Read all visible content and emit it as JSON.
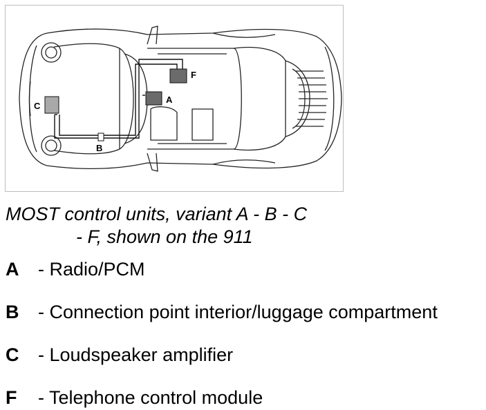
{
  "figure": {
    "components": [
      {
        "key": "A",
        "fill": "#6b6b6b"
      },
      {
        "key": "B",
        "fill": "#ffffff"
      },
      {
        "key": "C",
        "fill": "#a9a9a9"
      },
      {
        "key": "F",
        "fill": "#6b6b6b"
      }
    ]
  },
  "caption": {
    "line1": "MOST control units, variant A - B - C",
    "line2": "- F, shown on the 911"
  },
  "legend": [
    {
      "key": "A",
      "text": "- Radio/PCM"
    },
    {
      "key": "B",
      "text": "- Connection point interior/luggage compartment"
    },
    {
      "key": "C",
      "text": "- Loudspeaker amplifier"
    },
    {
      "key": "F",
      "text": "- Telephone control module"
    }
  ]
}
